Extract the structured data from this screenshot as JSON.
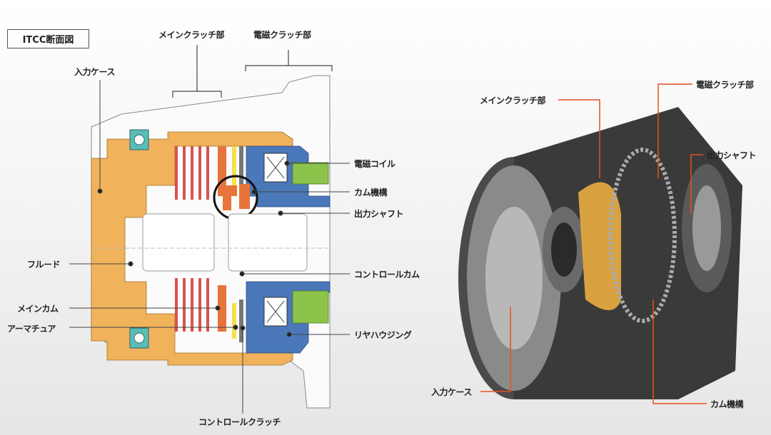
{
  "left_diagram": {
    "title": "ITCC断面図",
    "labels": {
      "main_clutch": "メインクラッチ部",
      "em_clutch": "電磁クラッチ部",
      "input_case": "入力ケース",
      "em_coil": "電磁コイル",
      "cam_mechanism": "カム機構",
      "output_shaft": "出力シャフト",
      "fluid": "フルード",
      "control_cam": "コントロールカム",
      "main_cam": "メインカム",
      "armature": "アーマチュア",
      "rear_housing": "リヤハウジング",
      "control_clutch": "コントロールクラッチ"
    }
  },
  "right_diagram": {
    "labels": {
      "main_clutch": "メインクラッチ部",
      "em_clutch": "電磁クラッチ部",
      "output_shaft": "出力シャフト",
      "input_case": "入力ケース",
      "cam_mechanism": "カム機構"
    }
  },
  "colors": {
    "case_orange": "#f0b25a",
    "housing_blue": "#4a78b8",
    "coil_green": "#8cc34a",
    "bearing_teal": "#5bbcb8",
    "plate_red": "#d9534f",
    "cam_orange": "#e8743b",
    "leader_orange": "#e8501e"
  }
}
